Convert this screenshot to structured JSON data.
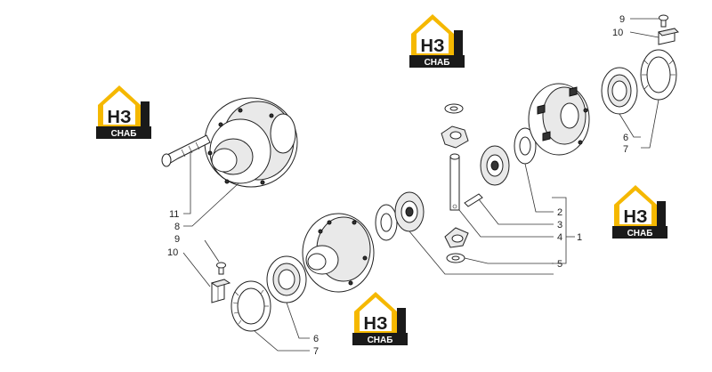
{
  "brand": {
    "mark_letters": "НЗ",
    "wordmark": "СНАБ",
    "colors": {
      "roof": "#f5b800",
      "ink": "#1a1a1a",
      "bg": "#ffffff",
      "dash": "#cfcfcf"
    }
  },
  "callouts": {
    "n1": "1",
    "n2": "2",
    "n3": "3",
    "n4": "4",
    "n5": "5",
    "n6a": "6",
    "n6b": "6",
    "n7a": "7",
    "n7b": "7",
    "n8": "8",
    "n9a": "9",
    "n9b": "9",
    "n10a": "10",
    "n10b": "10",
    "n11": "11"
  }
}
